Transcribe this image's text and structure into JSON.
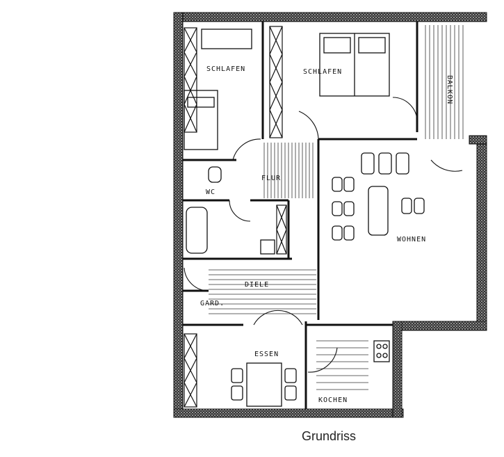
{
  "rooms": {
    "schlafen_1": "SCHLAFEN",
    "schlafen_2": "SCHLAFEN",
    "balkon": "BALKON",
    "flur": "FLUR",
    "wc": "WC",
    "wohnen": "WOHNEN",
    "diele": "DIELE",
    "garderobe": "GARD.",
    "essen": "ESSEN",
    "kochen": "KOCHEN"
  },
  "caption": "Grundriss",
  "colors": {
    "ink": "#111111",
    "wall": "#2a2a2a",
    "paper": "#ffffff"
  }
}
